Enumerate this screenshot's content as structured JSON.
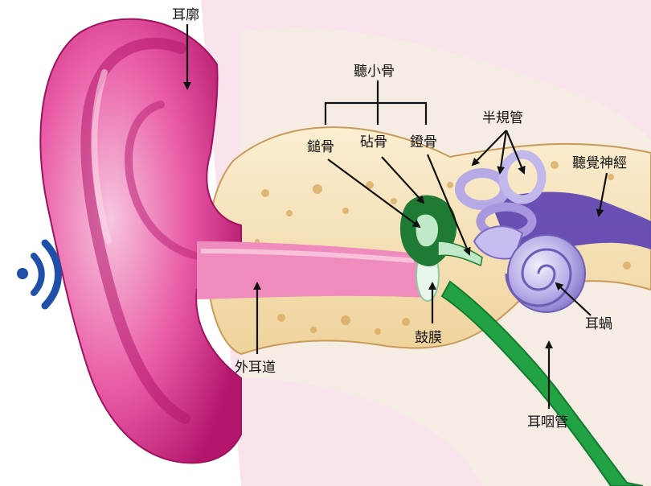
{
  "labels": {
    "pinna": "耳廓",
    "ossicles": "聽小骨",
    "malleus": "鎚骨",
    "incus": "砧骨",
    "stapes": "鐙骨",
    "semicircular_canals": "半規管",
    "auditory_nerve": "聽覺神經",
    "cochlea": "耳蝸",
    "ear_canal": "外耳道",
    "eardrum": "鼓膜",
    "eustachian_tube": "耳咽管"
  },
  "colors": {
    "pinna_pink": "#e0479a",
    "pinna_dark": "#b3166b",
    "skin_light": "#f6c9dd",
    "bone": "#f3dfb5",
    "bone_dark": "#d9b377",
    "canal": "#f08cbd",
    "ossicle_green": "#1f7a33",
    "ossicle_light": "#bfe9c8",
    "cochlea_purple": "#8d7fcc",
    "cochlea_light": "#d9d2f3",
    "nerve_purple": "#5a3fb4",
    "tube_green": "#20a245",
    "sound_blue": "#1f4fa8",
    "label_text": "#111111"
  },
  "icons": {
    "sound_waves": "sound-waves-icon"
  }
}
